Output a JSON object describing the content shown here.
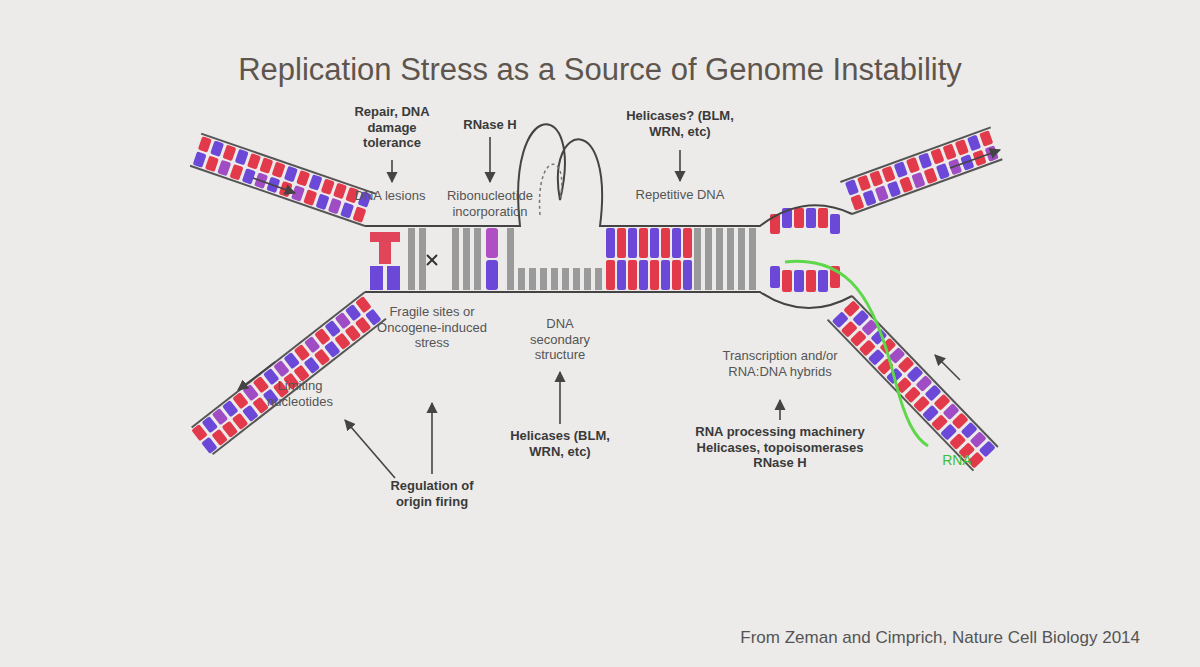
{
  "diagram": {
    "title": "Replication Stress as a Source of Genome Instability",
    "caption": "From Zeman and Cimprich, Nature Cell Biology 2014",
    "labels": [
      "Repair, DNA damage tolerance",
      "DNA lesions",
      "RNase H",
      "Ribonucleotide incorporation",
      "Helicases? (BLM, WRN, etc)",
      "Repetitive DNA",
      "Fragile sites or Oncogene-induced stress",
      "DNA secondary structure",
      "Helicases (BLM, WRN, etc)",
      "Limiting nucleotides",
      "Regulation of origin firing",
      "Transcription and/or RNA:DNA hybrids",
      "RNA processing machinery Helicases, topoisomerases RNase H",
      "RNA"
    ]
  }
}
